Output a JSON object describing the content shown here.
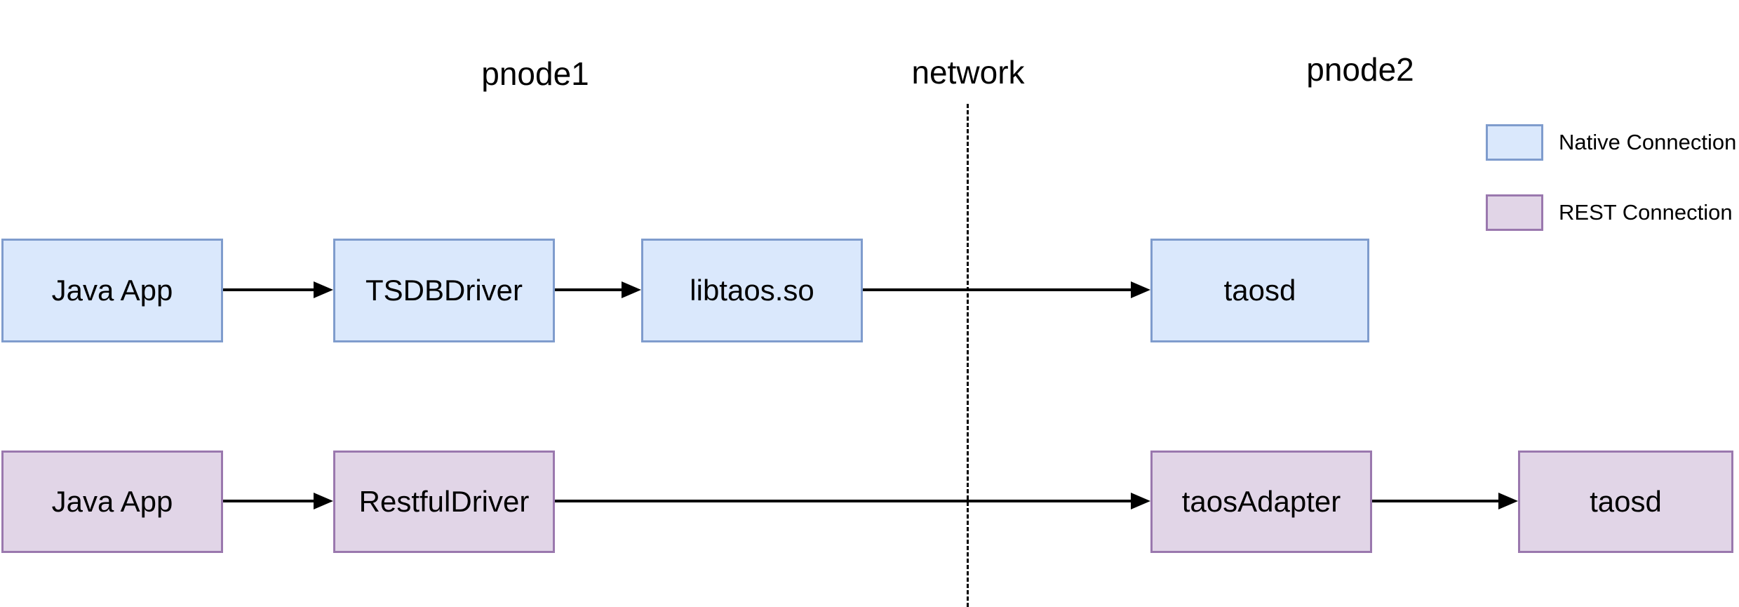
{
  "colors": {
    "native_fill": "#dae8fc",
    "native_border": "#7f9ccd",
    "rest_fill": "#e1d5e7",
    "rest_border": "#9a78ae",
    "line": "#000000",
    "text": "#000000"
  },
  "titles": {
    "pnode1": "pnode1",
    "network": "network",
    "pnode2": "pnode2"
  },
  "legend": {
    "native": {
      "label": "Native Connection",
      "color": "#dae8fc"
    },
    "rest": {
      "label": "REST Connection",
      "color": "#e1d5e7"
    }
  },
  "nodes": {
    "java_app_native": "Java App",
    "tsdb_driver": "TSDBDriver",
    "libtaos": "libtaos.so",
    "taosd_native": "taosd",
    "java_app_rest": "Java App",
    "restful_driver": "RestfulDriver",
    "taos_adapter": "taosAdapter",
    "taosd_rest": "taosd"
  },
  "edges": [
    {
      "from": "Java App",
      "to": "TSDBDriver",
      "connection": "native"
    },
    {
      "from": "TSDBDriver",
      "to": "libtaos.so",
      "connection": "native"
    },
    {
      "from": "libtaos.so",
      "to": "taosd",
      "connection": "native",
      "crosses": "network"
    },
    {
      "from": "Java App",
      "to": "RestfulDriver",
      "connection": "rest"
    },
    {
      "from": "RestfulDriver",
      "to": "taosAdapter",
      "connection": "rest",
      "crosses": "network"
    },
    {
      "from": "taosAdapter",
      "to": "taosd",
      "connection": "rest"
    }
  ]
}
